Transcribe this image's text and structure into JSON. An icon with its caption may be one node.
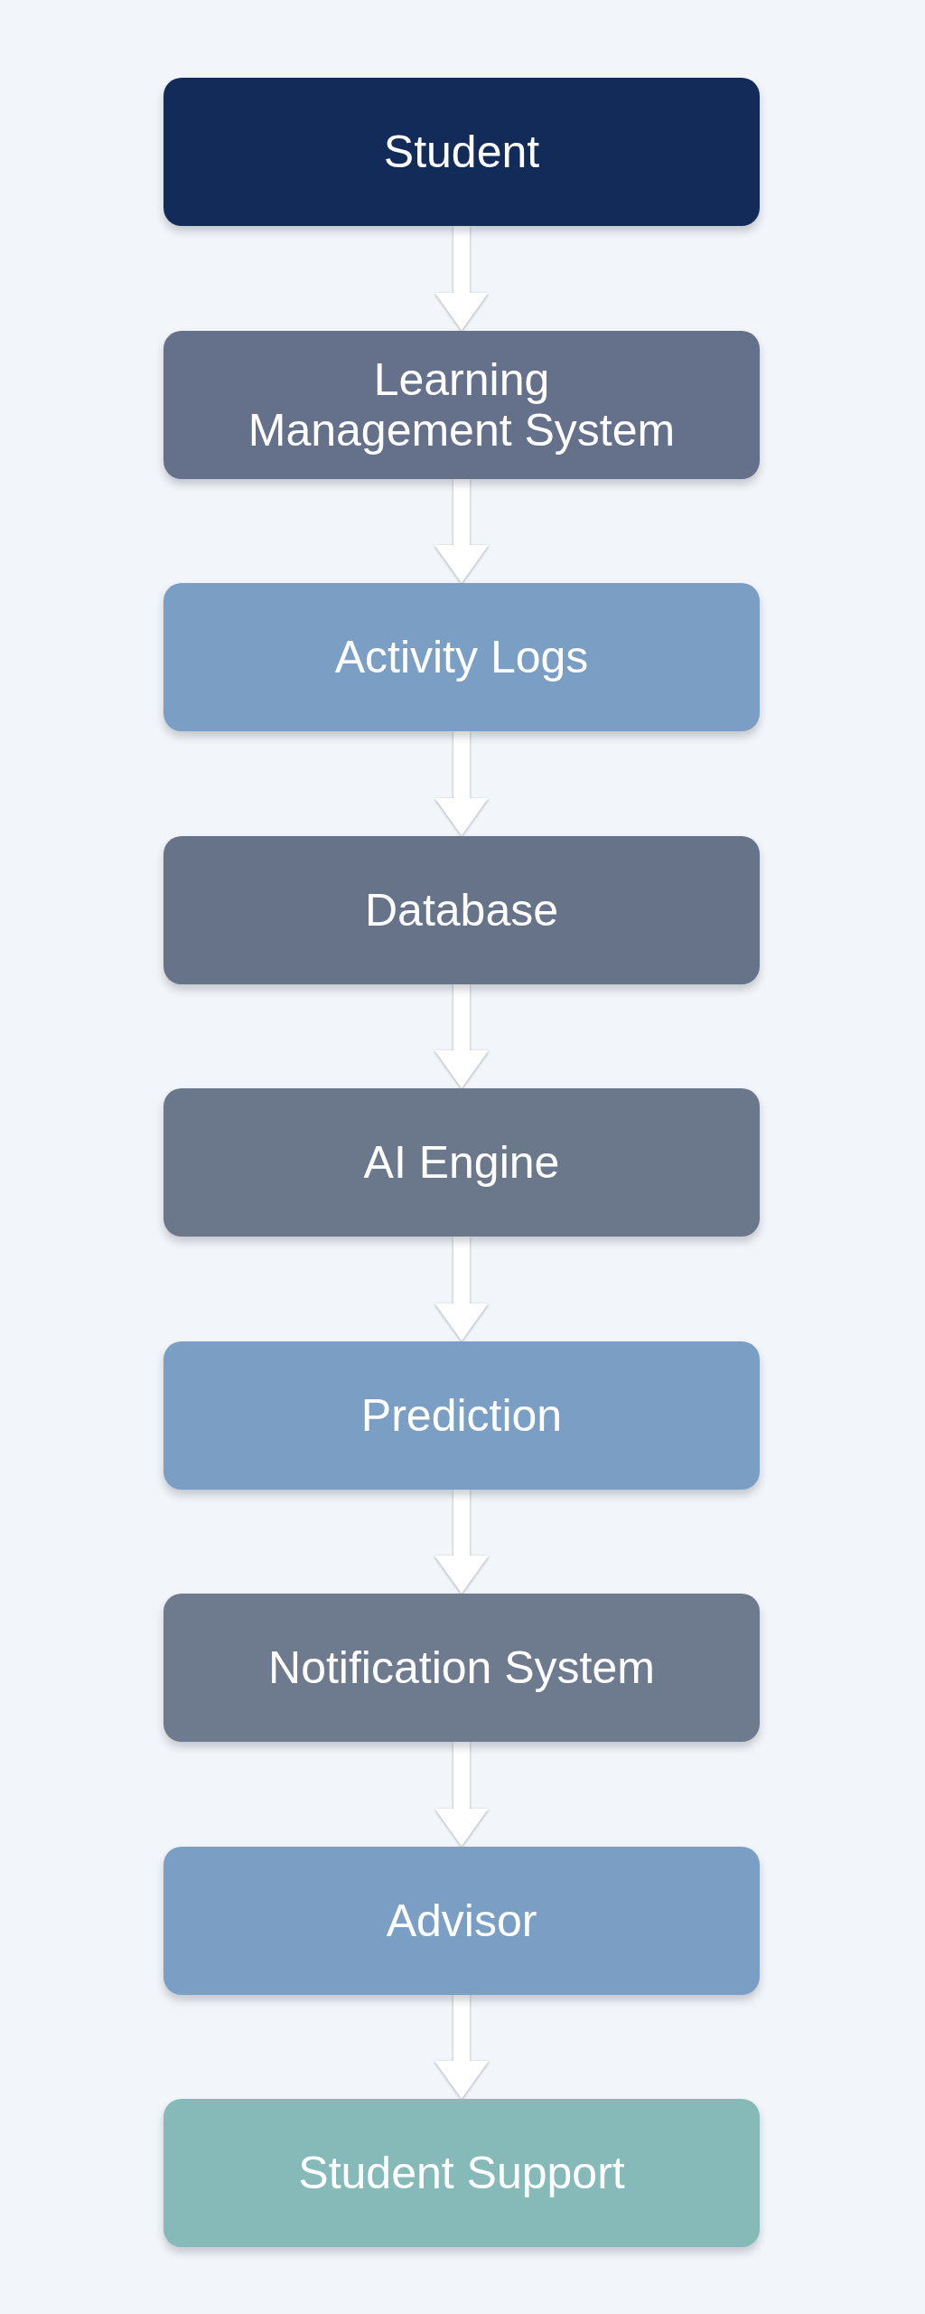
{
  "diagram": {
    "nodes": [
      {
        "text": [
          "Student"
        ]
      },
      {
        "text": [
          "Learning Management System"
        ]
      },
      {
        "text": [
          "Activity Logs"
        ]
      },
      {
        "text": [
          "Database"
        ]
      },
      {
        "text": [
          "AI Engine"
        ]
      },
      {
        "text": [
          "Prediction"
        ]
      },
      {
        "text": [
          "Notification System"
        ]
      },
      {
        "text": [
          "Advisor"
        ]
      },
      {
        "text": [
          "Student Support"
        ]
      }
    ],
    "edges": [
      {
        "from": 0,
        "to": 1,
        "arrow": "to"
      },
      {
        "from": 1,
        "to": 2,
        "arrow": "to"
      },
      {
        "from": 2,
        "to": 3,
        "arrow": "to"
      },
      {
        "from": 3,
        "to": 4,
        "arrow": "to"
      },
      {
        "from": 4,
        "to": 5,
        "arrow": "to"
      },
      {
        "from": 5,
        "to": 6,
        "arrow": "to"
      },
      {
        "from": 6,
        "to": 7,
        "arrow": "to"
      },
      {
        "from": 7,
        "to": 8,
        "arrow": "to"
      }
    ]
  }
}
